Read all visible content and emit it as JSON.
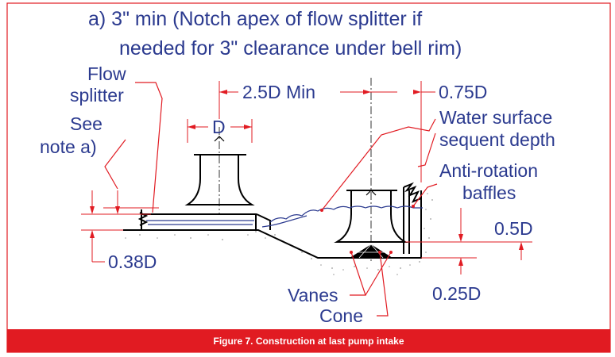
{
  "note_line1": "a) 3\" min (Notch apex of flow splitter if",
  "note_line2": "needed for 3\" clearance under bell rim)",
  "labels": {
    "flow_splitter_1": "Flow",
    "flow_splitter_2": "splitter",
    "see_note_1": "See",
    "see_note_2": "note a)",
    "dim_2_5d": "2.5D Min",
    "dim_d": "D",
    "dim_0_75d": "0.75D",
    "water_surface_1": "Water surface",
    "water_surface_2": "sequent depth",
    "anti_rotation_1": "Anti-rotation",
    "anti_rotation_2": "baffles",
    "dim_0_5d": "0.5D",
    "dim_0_38d": "0.38D",
    "dim_0_25d": "0.25D",
    "vanes": "Vanes",
    "cone": "Cone"
  },
  "caption": "Figure 7. Construction at last pump intake",
  "colors": {
    "label_text": "#2b3a8f",
    "leader_lines": "#e11b22",
    "caption_bar": "#e11b22",
    "frame": "#e11b22"
  }
}
